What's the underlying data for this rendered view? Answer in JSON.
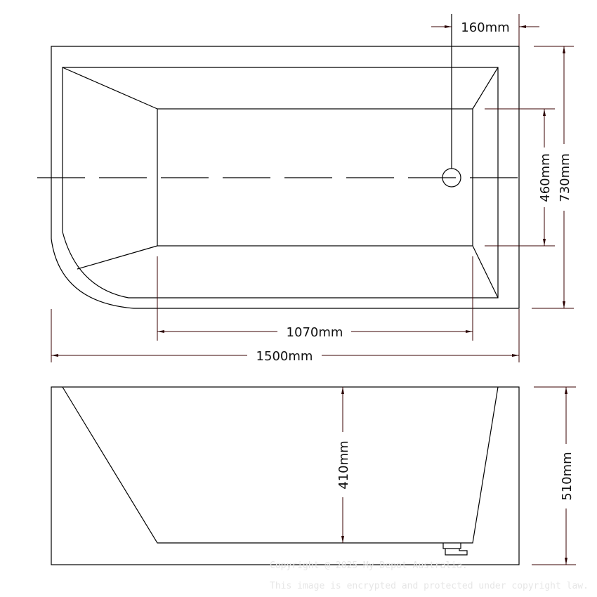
{
  "dimensions": {
    "drain_offset": "160mm",
    "inner_width": "460mm",
    "overall_width": "730mm",
    "inner_length": "1070mm",
    "overall_length": "1500mm",
    "inner_depth": "410mm",
    "overall_height": "510mm"
  },
  "watermark": {
    "line1": "Copyright @ 2025 My Depot Australia.",
    "line2": "This image is encrypted and protected under copyright law."
  },
  "colors": {
    "outline": "#000000",
    "dimension": "#3a0000"
  }
}
